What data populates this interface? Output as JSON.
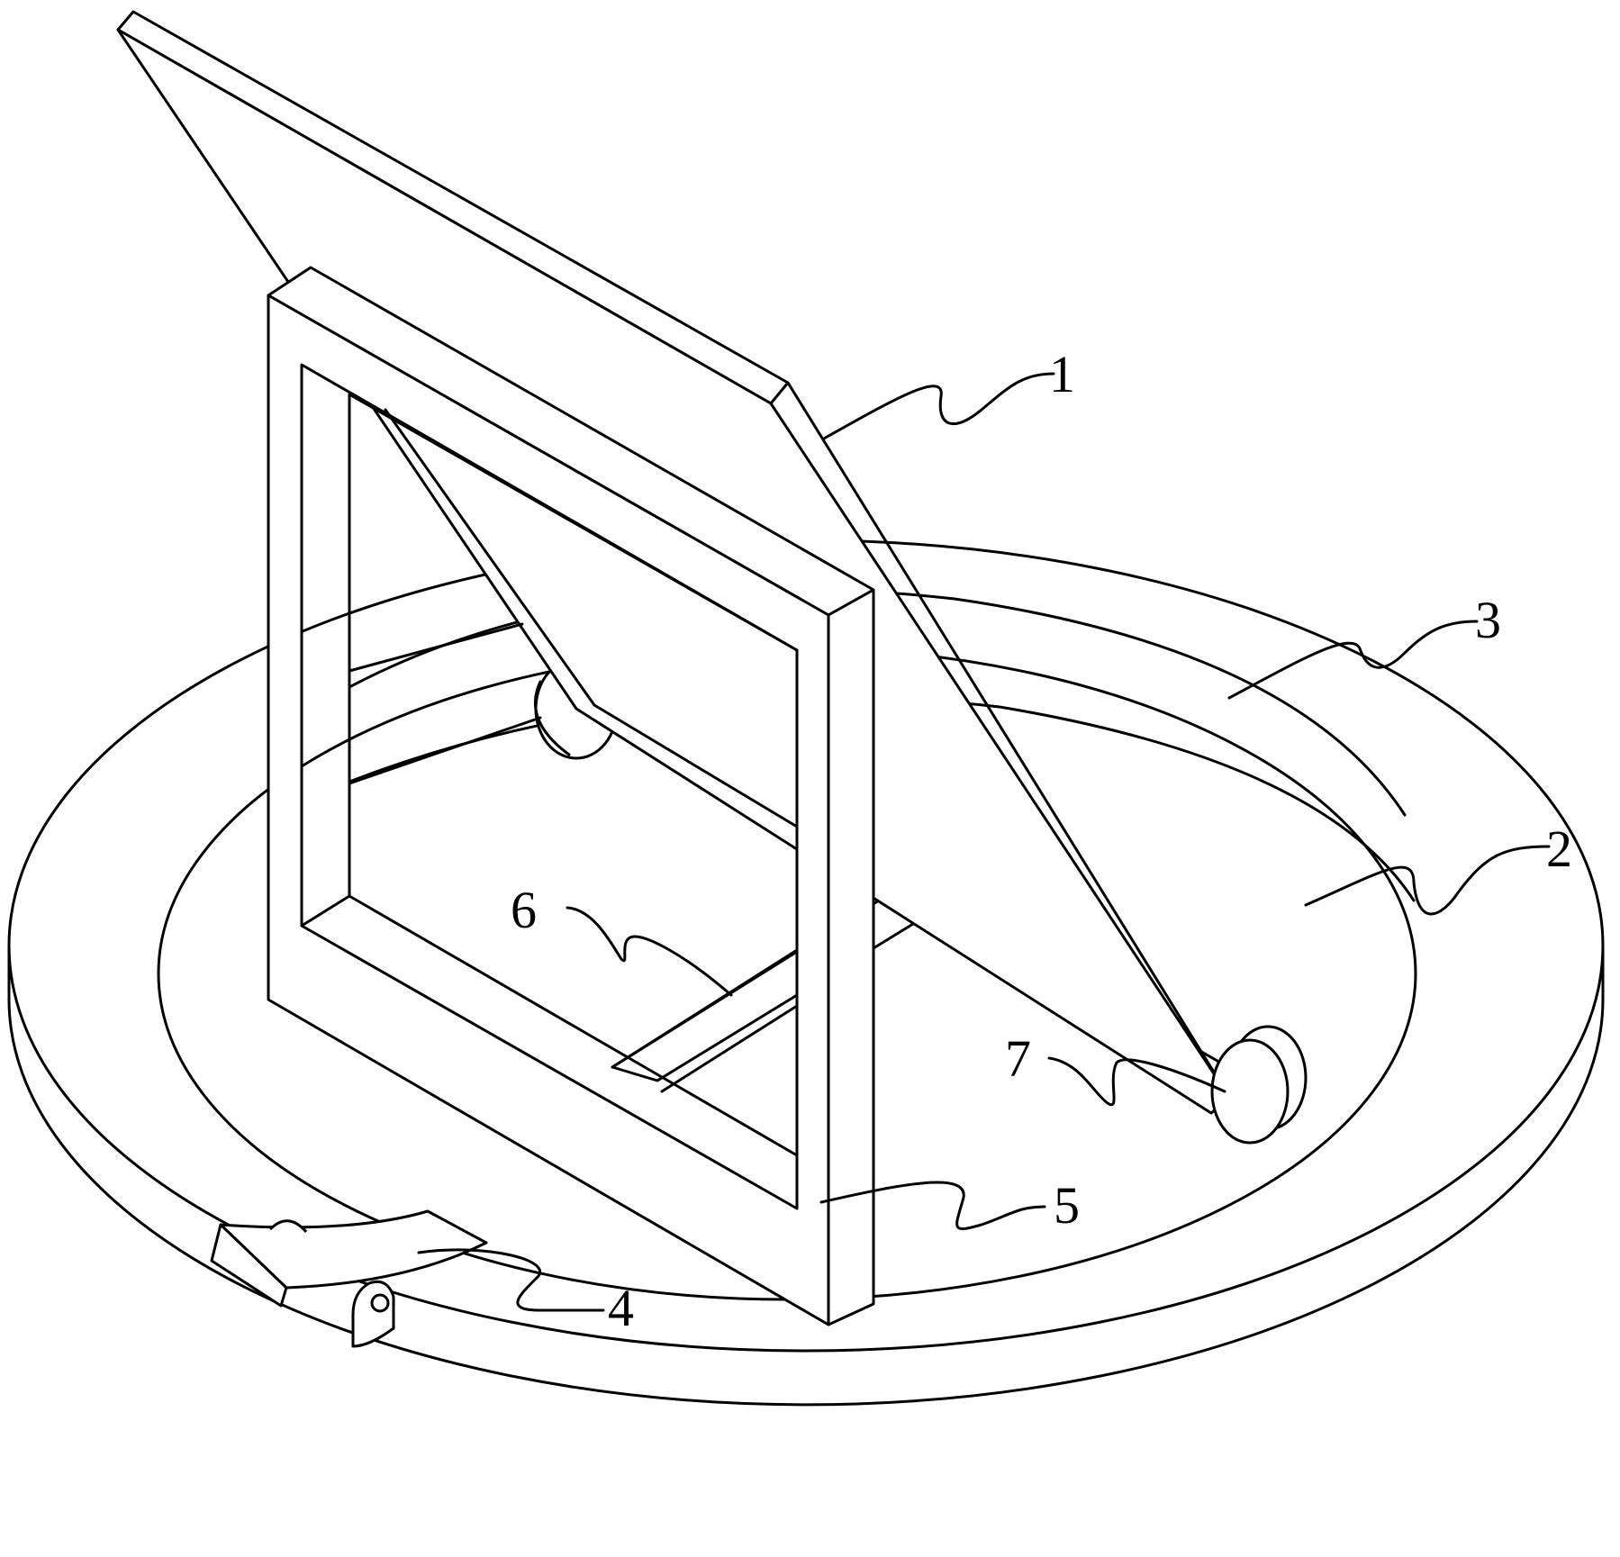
{
  "figure": {
    "part_labels": [
      "1",
      "2",
      "3",
      "4",
      "5",
      "6",
      "7"
    ]
  }
}
